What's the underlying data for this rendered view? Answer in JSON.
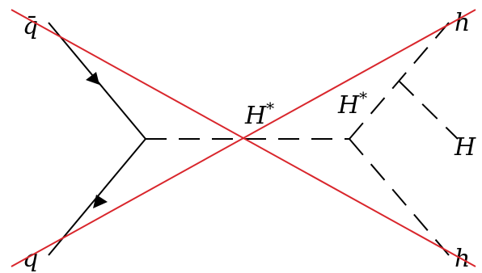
{
  "diagram": {
    "labels": {
      "antiquark": "q̄",
      "quark": "q",
      "propagator_left": "H",
      "propagator_left_sup": "*",
      "propagator_right": "H",
      "propagator_right_sup": "*",
      "out_top": "h",
      "out_middle": "H",
      "out_bottom": "h"
    },
    "line_colors": {
      "fermion": "#000000",
      "scalar": "#000000",
      "crossout": "#d9262c"
    }
  }
}
